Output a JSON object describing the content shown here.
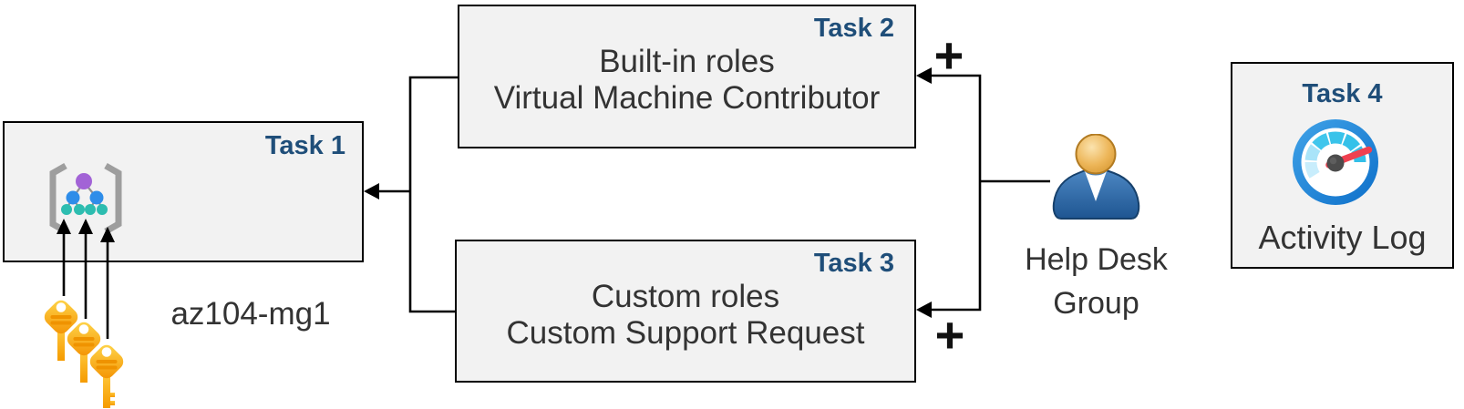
{
  "task1": {
    "label": "Task 1",
    "name": "az104-mg1"
  },
  "task2": {
    "label": "Task 2",
    "line1": "Built-in roles",
    "line2": "Virtual Machine Contributor"
  },
  "task3": {
    "label": "Task 3",
    "line1": "Custom roles",
    "line2": "Custom Support Request"
  },
  "task4": {
    "label": "Task 4",
    "caption": "Activity Log"
  },
  "help_desk": {
    "line1": "Help Desk",
    "line2": "Group"
  },
  "plus": {
    "top": "+",
    "bottom": "+"
  },
  "colors": {
    "task_label": "#1f4e79",
    "box_fill": "#f2f2f2",
    "box_border": "#000000",
    "line": "#000000",
    "key_gold": "#ffb900",
    "key_stripe": "#ef9300",
    "person_blue": "#2f6db0",
    "person_head_gold": "#e2a23f",
    "gauge_ring_blue": "#1a86dd",
    "gauge_segment_teal": "#36c3ea",
    "gauge_segment_pale": "#bde9fb",
    "gauge_needle_red": "#ef4050",
    "mg_purple": "#a263d6",
    "mg_blue": "#2e8de9",
    "mg_teal": "#2dbdb0"
  }
}
